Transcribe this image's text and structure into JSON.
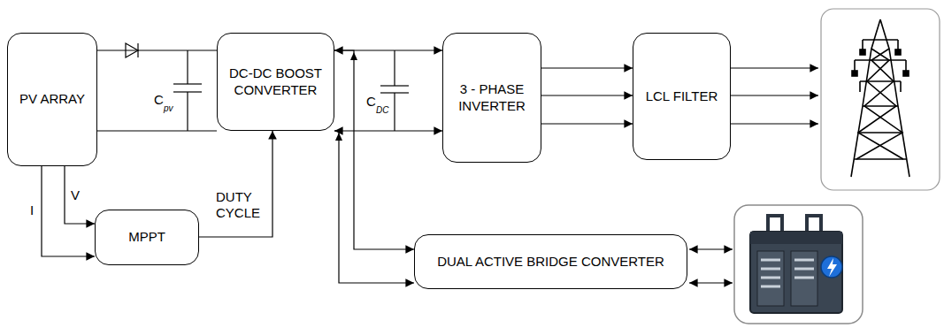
{
  "diagram": {
    "nodes": [
      {
        "text": [
          "PV ARRAY"
        ]
      },
      {
        "text": [
          "DC-DC BOOST CONVERTER"
        ]
      },
      {
        "text": [
          "3 - PHASE INVERTER"
        ]
      },
      {
        "text": [
          "LCL FILTER"
        ]
      },
      {
        "text": [
          "MPPT"
        ]
      },
      {
        "text": [
          "DUAL ACTIVE BRIDGE CONVERTER"
        ]
      }
    ],
    "edges": [
      {
        "from": 0,
        "to": 1,
        "arrow": "none"
      },
      {
        "from": 0,
        "to": 1,
        "arrow": "none"
      },
      {
        "from": 0,
        "to": 4,
        "label": "I",
        "arrow": "to"
      },
      {
        "from": 0,
        "to": 4,
        "label": "V",
        "arrow": "to"
      },
      {
        "from": 4,
        "to": 1,
        "label": "DUTY CYCLE",
        "arrow": "to"
      },
      {
        "from": 1,
        "to": 2,
        "arrow": "to"
      },
      {
        "from": 1,
        "to": 2,
        "arrow": "to"
      },
      {
        "from": 2,
        "to": 3,
        "arrow": "to"
      },
      {
        "from": 2,
        "to": 3,
        "arrow": "to"
      },
      {
        "from": 2,
        "to": 3,
        "arrow": "to"
      },
      {
        "from": 1,
        "to": 5,
        "arrow": "both"
      },
      {
        "from": 1,
        "to": 5,
        "arrow": "both"
      }
    ],
    "labels": [
      "C",
      "pv",
      "C",
      "DC"
    ]
  }
}
